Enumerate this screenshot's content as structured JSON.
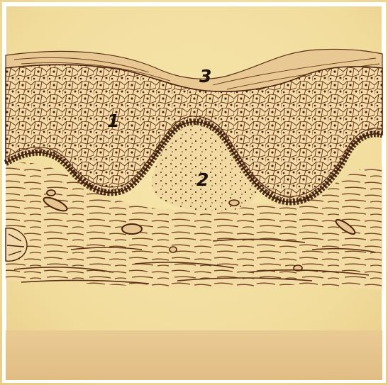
{
  "labels": {
    "one": "1",
    "two": "2",
    "three": "3"
  },
  "colors": {
    "background": "#f3dfa0",
    "background_edge": "#e9cd88",
    "lower_band": "#e6c58e",
    "ink": "#5b2f15",
    "ink_dark": "#3b1c0b",
    "epidermis_fill": "#f1d9a4",
    "dermis_fill": "#efd7a2",
    "label": "#1c120a"
  }
}
